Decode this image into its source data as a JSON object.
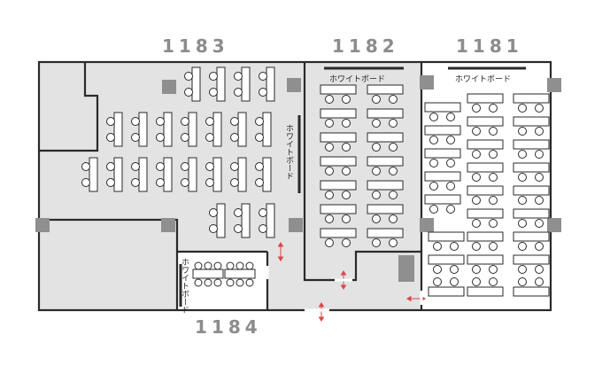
{
  "rooms": [
    {
      "number": "1183"
    },
    {
      "number": "1182"
    },
    {
      "number": "1181"
    },
    {
      "number": "1184"
    }
  ],
  "whiteboard_label": "ホワイトボード",
  "colors": {
    "room_gray": "#e3e3e3",
    "room_white": "#ffffff",
    "wall": "#2a2a2a",
    "pillar": "#8f8f8f",
    "door_arrow": "#d9474b"
  }
}
